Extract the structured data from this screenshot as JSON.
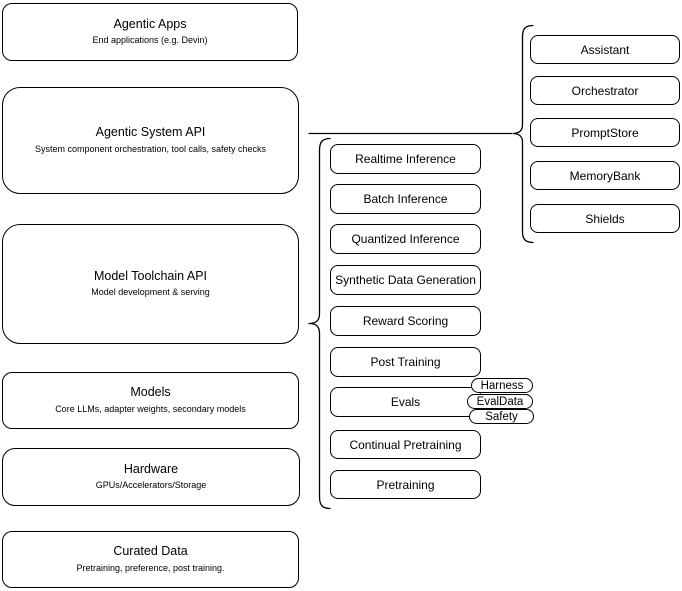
{
  "stack": [
    {
      "title": "Agentic Apps",
      "subtitle": "End applications (e.g. Devin)"
    },
    {
      "title": "Agentic System API",
      "subtitle": "System component orchestration, tool calls, safety checks"
    },
    {
      "title": "Model Toolchain API",
      "subtitle": "Model development & serving"
    },
    {
      "title": "Models",
      "subtitle": "Core LLMs, adapter weights, secondary models"
    },
    {
      "title": "Hardware",
      "subtitle": "GPUs/Accelerators/Storage"
    },
    {
      "title": "Curated Data",
      "subtitle": "Pretraining, preference, post training."
    }
  ],
  "toolchain_items": [
    {
      "label": "Realtime Inference"
    },
    {
      "label": "Batch Inference"
    },
    {
      "label": "Quantized Inference"
    },
    {
      "label": "Synthetic Data Generation"
    },
    {
      "label": "Reward Scoring"
    },
    {
      "label": "Post Training"
    },
    {
      "label": "Evals"
    },
    {
      "label": "Continual Pretraining"
    },
    {
      "label": "Pretraining"
    }
  ],
  "system_components": [
    {
      "label": "Assistant"
    },
    {
      "label": "Orchestrator"
    },
    {
      "label": "PromptStore"
    },
    {
      "label": "MemoryBank"
    },
    {
      "label": "Shields"
    }
  ],
  "eval_tags": [
    {
      "label": "Harness"
    },
    {
      "label": "EvalData"
    },
    {
      "label": "Safety"
    }
  ],
  "colors": {
    "stroke": "#000000",
    "background": "#ffffff"
  }
}
